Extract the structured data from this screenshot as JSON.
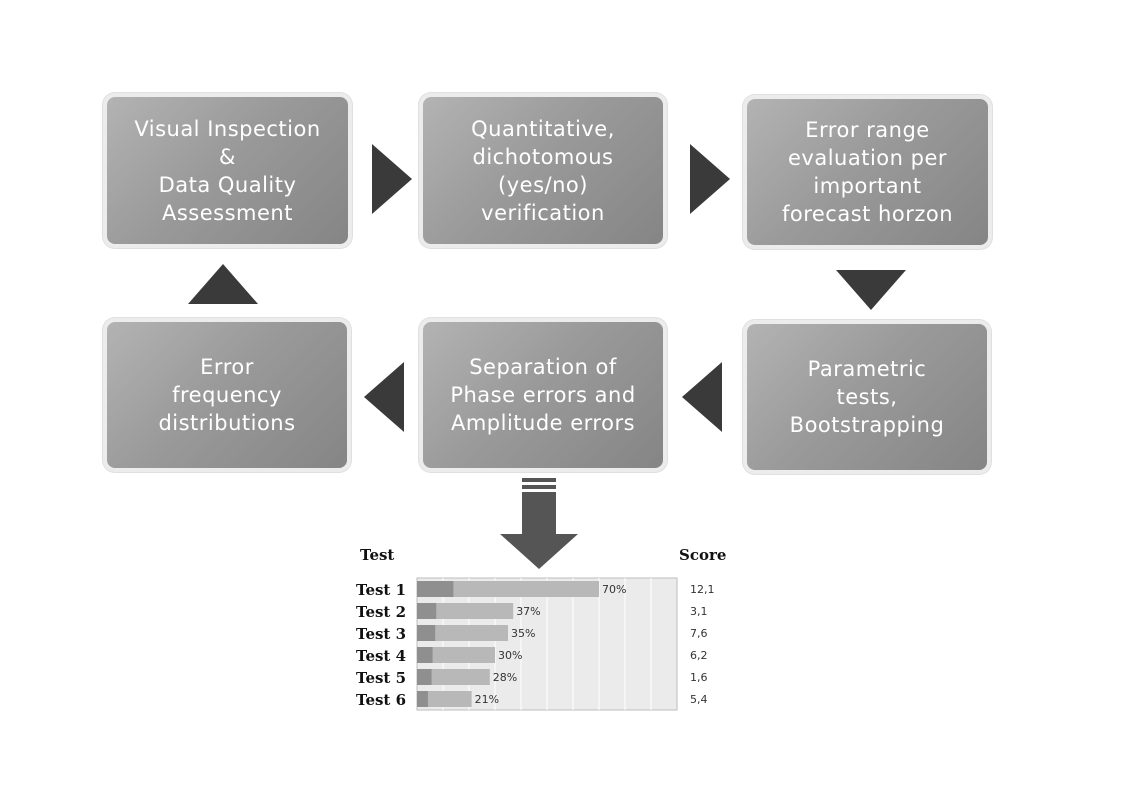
{
  "flow": {
    "boxes": [
      {
        "id": "visual-inspection",
        "lines": [
          "Visual Inspection",
          "&",
          "Data Quality",
          "Assessment"
        ]
      },
      {
        "id": "quantitative-verification",
        "lines": [
          "Quantitative,",
          "dichotomous",
          "(yes/no)",
          "verification"
        ]
      },
      {
        "id": "error-range-evaluation",
        "lines": [
          "Error range",
          "evaluation per",
          "important",
          "forecast horzon"
        ]
      },
      {
        "id": "parametric-tests",
        "lines": [
          "Parametric",
          "tests,",
          "Bootstrapping"
        ]
      },
      {
        "id": "phase-amplitude-separation",
        "lines": [
          "Separation of",
          "Phase errors and",
          "Amplitude errors"
        ]
      },
      {
        "id": "error-frequency",
        "lines": [
          "Error",
          "frequency",
          "distributions"
        ]
      }
    ]
  },
  "table": {
    "header_test": "Test",
    "header_score": "Score",
    "rows": [
      {
        "label": "Test 1",
        "percent": 70,
        "percent_label": "70%",
        "score": "12,1"
      },
      {
        "label": "Test 2",
        "percent": 37,
        "percent_label": "37%",
        "score": "3,1"
      },
      {
        "label": "Test 3",
        "percent": 35,
        "percent_label": "35%",
        "score": "7,6"
      },
      {
        "label": "Test 4",
        "percent": 30,
        "percent_label": "30%",
        "score": "6,2"
      },
      {
        "label": "Test 5",
        "percent": 28,
        "percent_label": "28%",
        "score": "1,6"
      },
      {
        "label": "Test 6",
        "percent": 21,
        "percent_label": "21%",
        "score": "5,4"
      }
    ]
  }
}
